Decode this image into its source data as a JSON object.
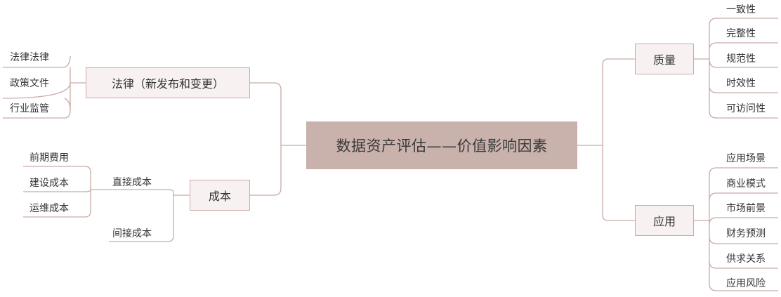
{
  "center": {
    "label": "数据资产评估——价值影响因素"
  },
  "law": {
    "label": "法律（新发布和变更）",
    "children": [
      "法律法律",
      "政策文件",
      "行业监管"
    ]
  },
  "cost": {
    "label": "成本",
    "direct": {
      "label": "直接成本",
      "children": [
        "前期费用",
        "建设成本",
        "运维成本"
      ]
    },
    "indirect": {
      "label": "间接成本"
    }
  },
  "quality": {
    "label": "质量",
    "children": [
      "一致性",
      "完整性",
      "规范性",
      "时效性",
      "可访问性"
    ]
  },
  "application": {
    "label": "应用",
    "children": [
      "应用场景",
      "商业模式",
      "市场前景",
      "财务预测",
      "供求关系",
      "应用风险"
    ]
  },
  "colors": {
    "center_fill": "#c9b2ab",
    "box_fill": "#f7f2f1",
    "line": "#c9aaa6"
  }
}
